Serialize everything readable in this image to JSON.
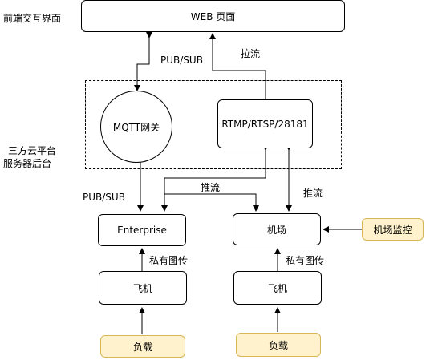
{
  "side_labels": {
    "frontend": "前端交互界面",
    "cloud_line1": "三方云平台",
    "cloud_line2": "服务器后台"
  },
  "nodes": {
    "web": "WEB 页面",
    "mqtt": "MQTT网关",
    "rtmp": "RTMP/RTSP/28181",
    "enterprise": "Enterprise",
    "airport": "机场",
    "airport_monitor": "机场监控",
    "drone_left": "飞机",
    "drone_right": "飞机",
    "payload_left": "负载",
    "payload_right": "负载"
  },
  "edge_labels": {
    "pub_sub_top": "PUB/SUB",
    "pull_stream": "拉流",
    "pub_sub_bottom": "PUB/SUB",
    "push_stream_left": "推流",
    "push_stream_right": "推流",
    "private_img_left": "私有图传",
    "private_img_right": "私有图传"
  },
  "colors": {
    "payload_fill": "#fff2cc",
    "payload_border": "#d6b656",
    "stroke": "#000000"
  }
}
